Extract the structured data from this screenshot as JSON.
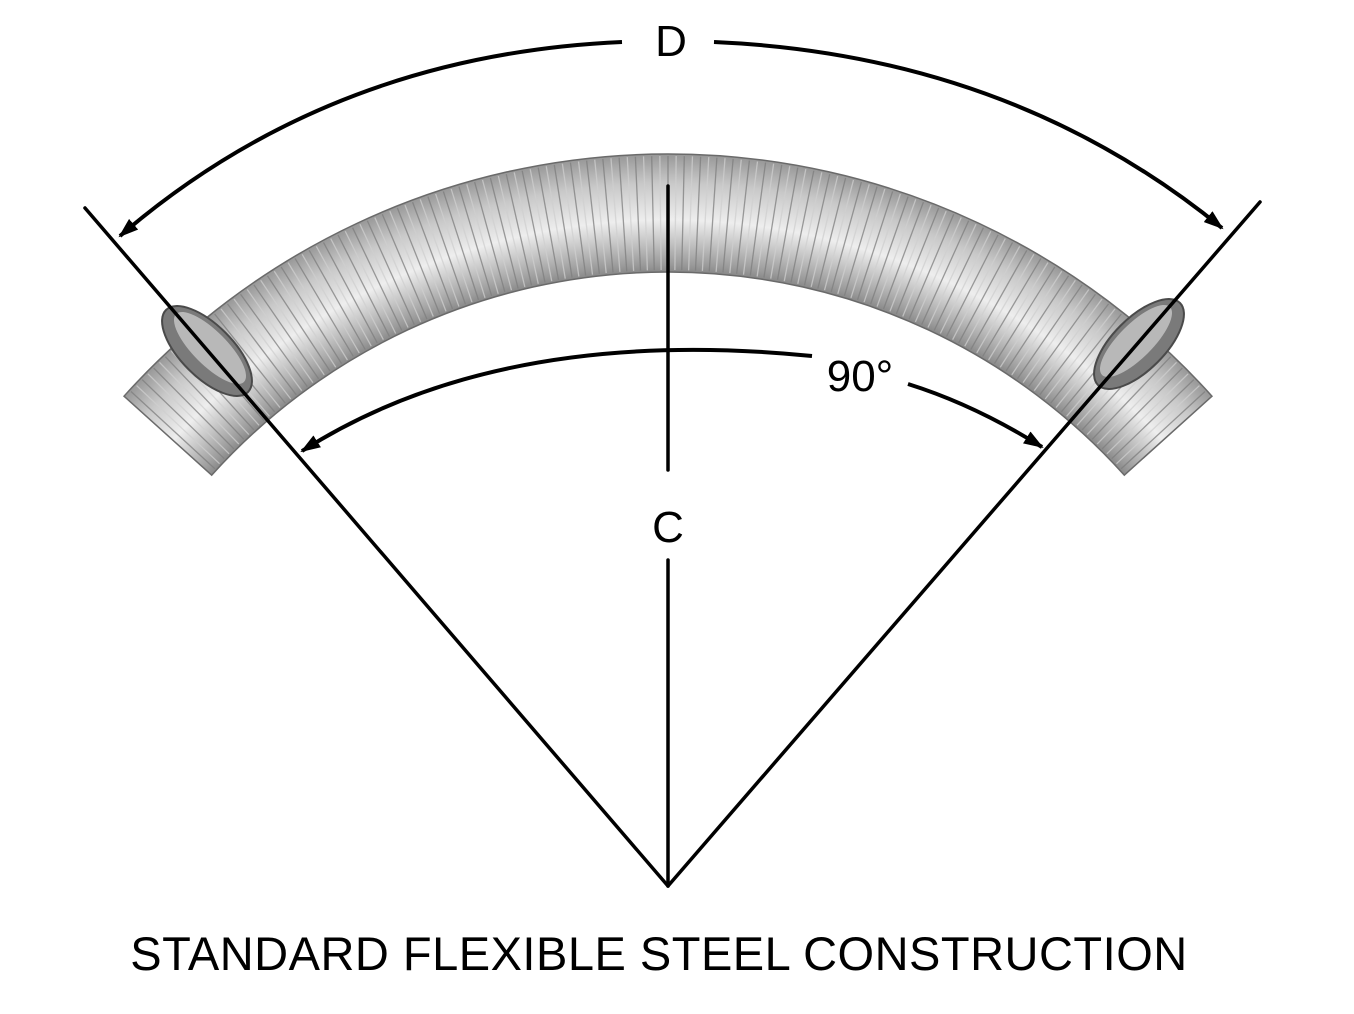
{
  "labels": {
    "arc_length": "D",
    "centerline_radius": "C",
    "angle": "90°"
  },
  "caption": "STANDARD FLEXIBLE STEEL CONSTRUCTION",
  "colors": {
    "line": "#000000",
    "pipe_light": "#e6e6e6",
    "pipe_mid": "#a6a6a6",
    "pipe_dark": "#5a5a5a",
    "background": "#ffffff"
  }
}
